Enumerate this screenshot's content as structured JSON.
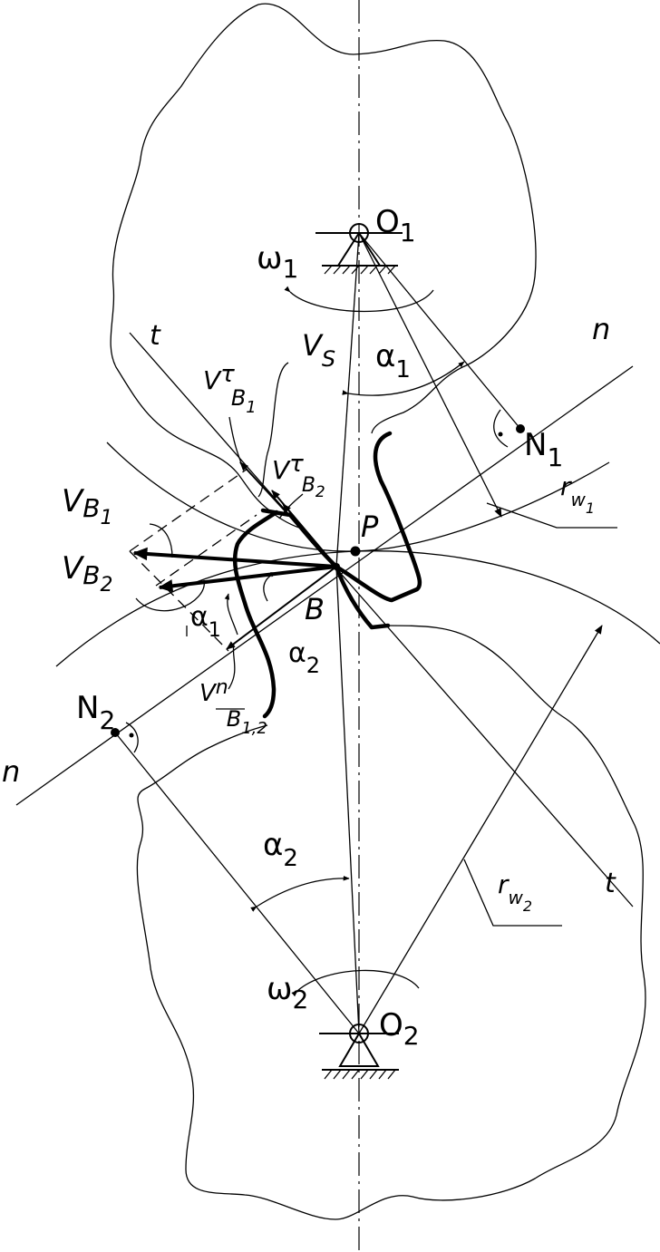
{
  "labels": {
    "O1": {
      "main": "O",
      "sub": "1"
    },
    "O2": {
      "main": "O",
      "sub": "2"
    },
    "omega1": {
      "main": "ω",
      "sub": "1"
    },
    "omega2": {
      "main": "ω",
      "sub": "2"
    },
    "N1": {
      "main": "N",
      "sub": "1"
    },
    "N2": {
      "main": "N",
      "sub": "2"
    },
    "P": "P",
    "B": "B",
    "n_top": "n",
    "n_bottom": "n",
    "t_top": "t",
    "t_bottom": "t",
    "VS": {
      "main": "V",
      "sub": "S"
    },
    "VB1": {
      "main": "V",
      "sub": "B",
      "subsub": "1"
    },
    "VB2": {
      "main": "V",
      "sub": "B",
      "subsub": "2"
    },
    "Vtau_B1": {
      "main": "V",
      "sup": "τ",
      "sub": "B",
      "subsub": "1"
    },
    "Vtau_B2": {
      "main": "V",
      "sup": "τ",
      "sub": "B",
      "subsub": "2"
    },
    "Vn_B12": {
      "main": "V",
      "sup": "n",
      "sub": "B",
      "subsub": "1,2"
    },
    "alpha1_top": {
      "main": "α",
      "sub": "1"
    },
    "alpha1_mid": {
      "main": "α",
      "sub": "1"
    },
    "alpha2_mid": {
      "main": "α",
      "sub": "2"
    },
    "alpha2_bottom": {
      "main": "α",
      "sub": "2"
    },
    "rw1": {
      "main": "r",
      "sub": "w",
      "subsub": "1"
    },
    "rw2": {
      "main": "r",
      "sub": "w",
      "subsub": "2"
    }
  }
}
